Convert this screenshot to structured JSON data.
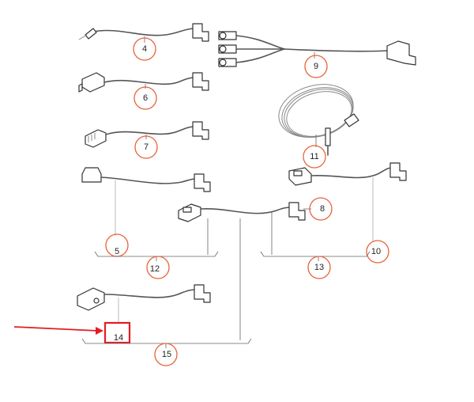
{
  "callouts": {
    "c4": "4",
    "c5": "5",
    "c6": "6",
    "c7": "7",
    "c8": "8",
    "c9": "9",
    "c10": "10",
    "c11": "11",
    "c12": "12",
    "c13": "13",
    "c14": "14",
    "c15": "15"
  },
  "highlighted_callout": "14",
  "colors": {
    "callout_circle": "#e8623a",
    "highlight": "#e51c23",
    "line_art": "#555555"
  }
}
